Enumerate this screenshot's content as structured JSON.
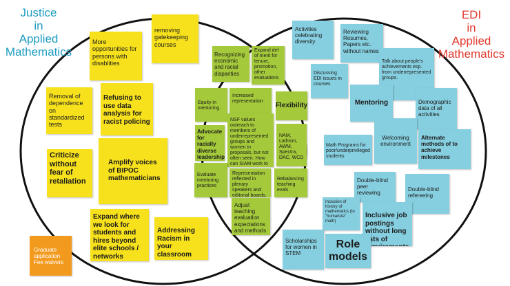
{
  "titles": {
    "left": "Justice\nin\nApplied\nMathematics",
    "right": "EDI\nin\nApplied\nMathematics"
  },
  "colors": {
    "left_title": "#1e9cc0",
    "right_title": "#e03a2e",
    "justice_note": "#f7e11c",
    "overlap_note": "#a4c93a",
    "edi_note": "#86cfe0",
    "outside_note": "#f29a1e"
  },
  "justice_notes": [
    "More opportunities for persons with disablities",
    "removing gatekeeping courses",
    "Removal of dependence on standardized tests",
    "Refusing to use data analysis for racist policing",
    "Criticize without fear of retaliation",
    "Amplify voices of BIPOC mathematicians",
    "Expand where we look for students and hires beyond elite schools / networks",
    "Addressing Racism in your classroom"
  ],
  "outside_note": "Graduate application Fee waivers",
  "overlap_notes": [
    "Recognizing economic and racial disparities",
    "Expand def of merit for tenure, promotion, other evaluations",
    "Equity in mentoring.",
    "Increased representation",
    "Flexibility",
    "NSF values outreach to members of underrepresented groups and women in proposals, but not often seen. How can SIAM work to help this be realized?",
    "Advocate for racially diverse leadership",
    "NAM, Lathism, AWM, Spectra, DAC, WCD",
    "Evaluate mentoring practices",
    "Representation reflected in plenary speakers and editorial boards.",
    "Rebalancing teaching evals",
    "Adjust teaching evaluation expectations and methods"
  ],
  "edi_notes": [
    "Activities celebrating diversity",
    "Reviewing Resumes, Papers etc. without names",
    "Talk about people's achievements esp. from underrepresented groups.",
    "Discussing EDI issues in courses",
    "Mentoring",
    "Demographic data of all activities",
    "Math Programs for poor/underprivileged students",
    "Welcoming environment",
    "Alternate methods of to achieve milestones",
    "Double-blind peer reviewing",
    "Double-blind refereeing",
    "Inclusion of history of mathematics (to \"humanize\" math)",
    "Inclusive job postings without long lists of requirements",
    "Scholarships for women in STEM",
    "Role models"
  ]
}
